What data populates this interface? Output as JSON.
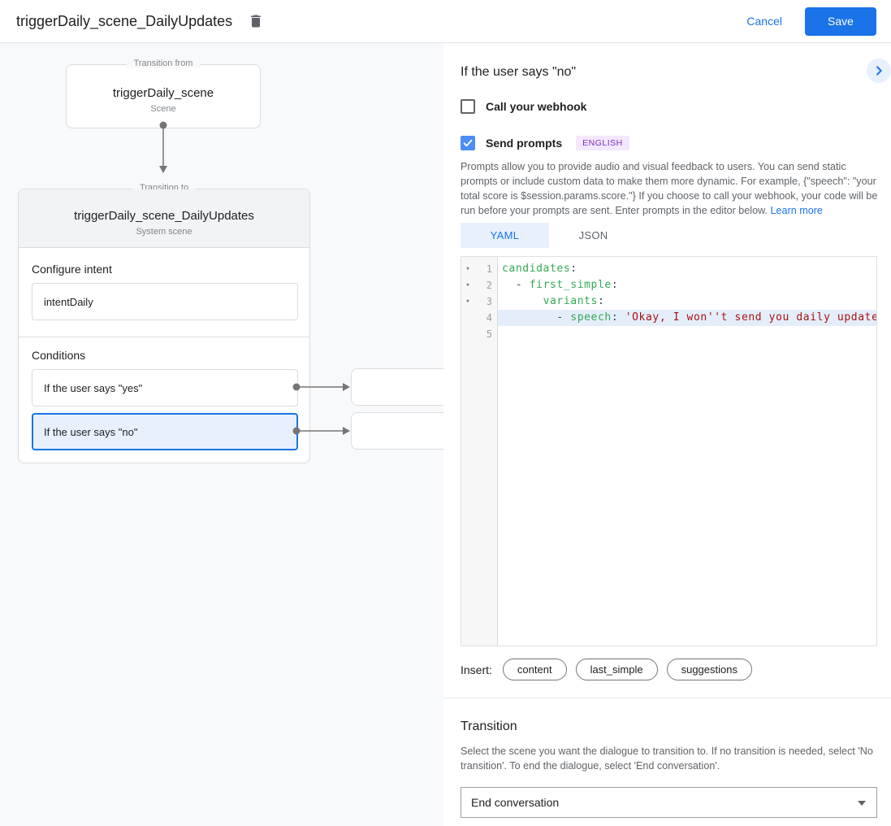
{
  "colors": {
    "accent": "#1a73e8",
    "selected_bg": "#e8f0fe",
    "canvas_bg": "#f8f9fa",
    "code_key": "#34a853",
    "code_string": "#aa1111",
    "badge_bg": "#f3e8fd",
    "badge_text": "#7b2fbf"
  },
  "header": {
    "title": "triggerDaily_scene_DailyUpdates",
    "cancel_label": "Cancel",
    "save_label": "Save"
  },
  "diagram": {
    "transition_from": {
      "legend": "Transition from",
      "title": "triggerDaily_scene",
      "subtitle": "Scene"
    },
    "transition_to": {
      "legend": "Transition to",
      "title": "triggerDaily_scene_DailyUpdates",
      "subtitle": "System scene",
      "configure_intent_label": "Configure intent",
      "intent_value": "intentDaily",
      "conditions_label": "Conditions",
      "conditions": [
        {
          "label": "If the user says \"yes\"",
          "selected": false
        },
        {
          "label": "If the user says \"no\"",
          "selected": true
        }
      ]
    }
  },
  "panel": {
    "title": "If the user says \"no\"",
    "webhook_checkbox": {
      "label": "Call your webhook",
      "checked": false
    },
    "prompts_checkbox": {
      "label": "Send prompts",
      "checked": true,
      "badge": "ENGLISH"
    },
    "description": "Prompts allow you to provide audio and visual feedback to users. You can send static prompts or include custom data to make them more dynamic. For example, {\"speech\": \"your total score is $session.params.score.\"} If you choose to call your webhook, your code will be run before your prompts are sent. Enter prompts in the editor below. ",
    "learn_more_label": "Learn more",
    "tabs": [
      {
        "label": "YAML",
        "active": true
      },
      {
        "label": "JSON",
        "active": false
      }
    ],
    "editor": {
      "lines": [
        {
          "num": "1",
          "fold": true,
          "highlight": false,
          "segments": [
            {
              "c": "key",
              "t": "candidates"
            },
            {
              "c": "plain",
              "t": ":"
            }
          ]
        },
        {
          "num": "2",
          "fold": true,
          "highlight": false,
          "segments": [
            {
              "c": "plain",
              "t": "  - "
            },
            {
              "c": "key",
              "t": "first_simple"
            },
            {
              "c": "plain",
              "t": ":"
            }
          ]
        },
        {
          "num": "3",
          "fold": true,
          "highlight": false,
          "segments": [
            {
              "c": "plain",
              "t": "      "
            },
            {
              "c": "key",
              "t": "variants"
            },
            {
              "c": "plain",
              "t": ":"
            }
          ]
        },
        {
          "num": "4",
          "fold": false,
          "highlight": true,
          "segments": [
            {
              "c": "plain",
              "t": "        - "
            },
            {
              "c": "key",
              "t": "speech"
            },
            {
              "c": "plain",
              "t": ": "
            },
            {
              "c": "string",
              "t": "'Okay, I won''t send you daily updates.'"
            }
          ]
        },
        {
          "num": "5",
          "fold": false,
          "highlight": false,
          "segments": []
        }
      ]
    },
    "insert_label": "Insert:",
    "insert_chips": [
      "content",
      "last_simple",
      "suggestions"
    ],
    "transition": {
      "heading": "Transition",
      "description": "Select the scene you want the dialogue to transition to. If no transition is needed, select 'No transition'. To end the dialogue, select 'End conversation'.",
      "dropdown_value": "End conversation"
    }
  }
}
